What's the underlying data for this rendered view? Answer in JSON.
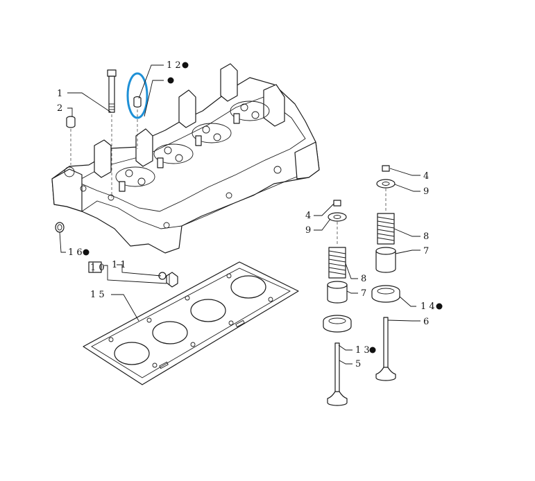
{
  "callouts": [
    {
      "id": "bolt",
      "text": "1"
    },
    {
      "id": "dowel",
      "text": "2"
    },
    {
      "id": "plug_top",
      "text": "1 2"
    },
    {
      "id": "plug_side",
      "text": "1 6"
    },
    {
      "id": "fitting",
      "text": "1 1"
    },
    {
      "id": "fitting_pack",
      "text": "1 0"
    },
    {
      "id": "gasket",
      "text": "1 5"
    },
    {
      "id": "keeper_r",
      "text": "4"
    },
    {
      "id": "retainer_r",
      "text": "9"
    },
    {
      "id": "spring_r",
      "text": "8"
    },
    {
      "id": "seal_r",
      "text": "7"
    },
    {
      "id": "seat_r",
      "text": "1 4"
    },
    {
      "id": "valve_r",
      "text": "6"
    },
    {
      "id": "keeper_l",
      "text": "4"
    },
    {
      "id": "retainer_l",
      "text": "9"
    },
    {
      "id": "spring_l",
      "text": "8"
    },
    {
      "id": "seal_l",
      "text": "7"
    },
    {
      "id": "seat_l",
      "text": "1 3"
    },
    {
      "id": "valve_l",
      "text": "5"
    }
  ],
  "highlight_color": "#1e90d6",
  "line_color": "#1a1a1a"
}
